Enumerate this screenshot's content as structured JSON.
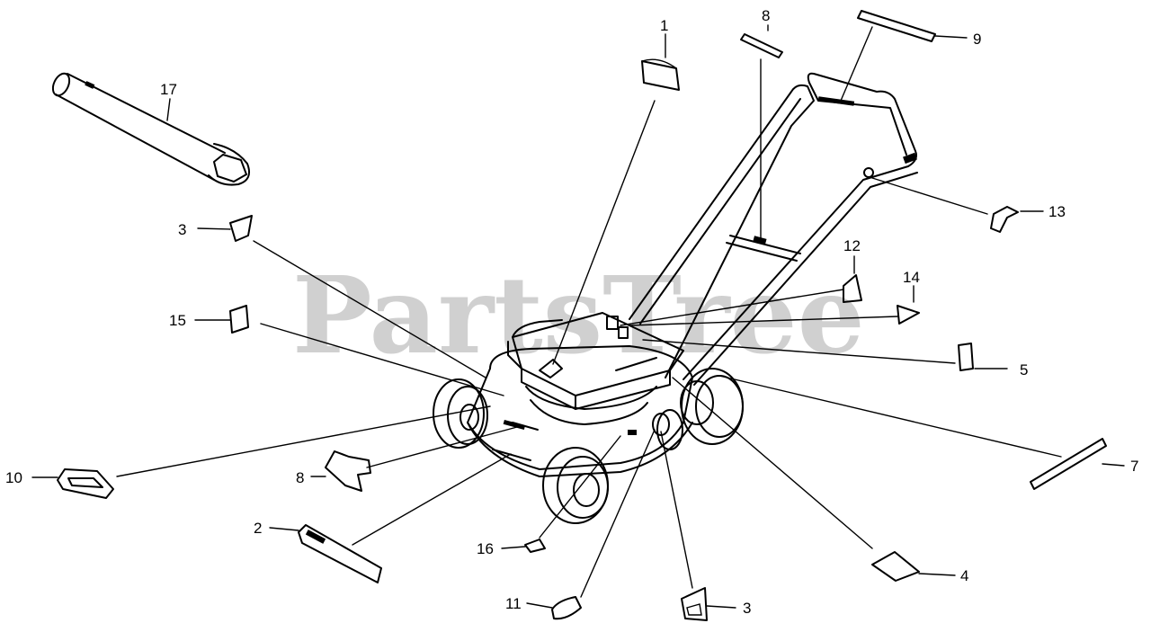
{
  "watermark": "PartsTree",
  "callouts": [
    {
      "id": "c1",
      "label": "1"
    },
    {
      "id": "c8a",
      "label": "8"
    },
    {
      "id": "c9",
      "label": "9"
    },
    {
      "id": "c17",
      "label": "17"
    },
    {
      "id": "c3a",
      "label": "3"
    },
    {
      "id": "c13",
      "label": "13"
    },
    {
      "id": "c12",
      "label": "12"
    },
    {
      "id": "c14",
      "label": "14"
    },
    {
      "id": "c15",
      "label": "15"
    },
    {
      "id": "c5",
      "label": "5"
    },
    {
      "id": "c7",
      "label": "7"
    },
    {
      "id": "c10",
      "label": "10"
    },
    {
      "id": "c8b",
      "label": "8"
    },
    {
      "id": "c2",
      "label": "2"
    },
    {
      "id": "c16",
      "label": "16"
    },
    {
      "id": "c4",
      "label": "4"
    },
    {
      "id": "c11",
      "label": "11"
    },
    {
      "id": "c3b",
      "label": "3"
    }
  ]
}
